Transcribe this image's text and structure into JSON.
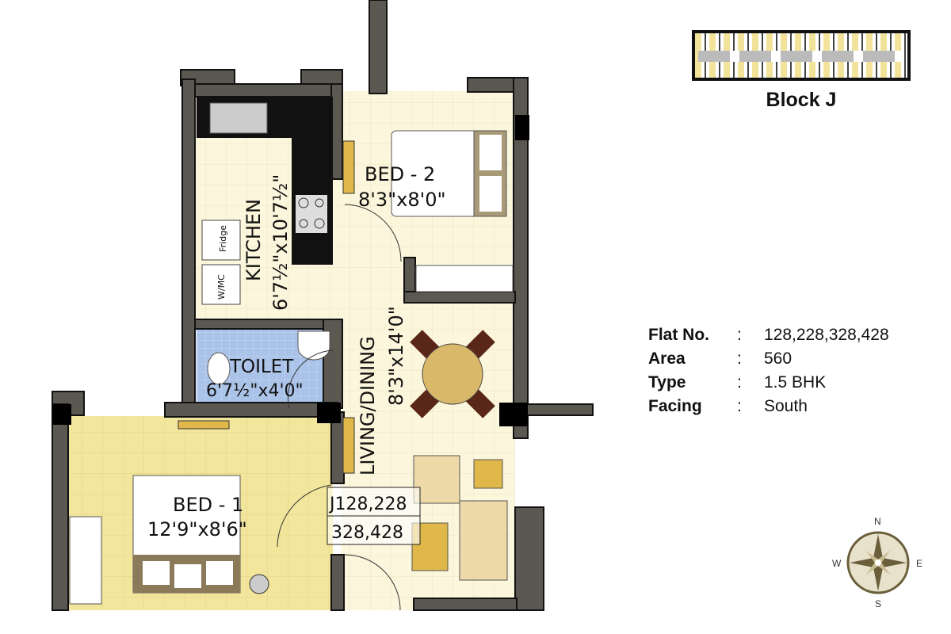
{
  "key_plan": {
    "title": "Block J"
  },
  "rooms": {
    "kitchen": {
      "name": "KITCHEN",
      "size": "6'7½\"x10'7½\""
    },
    "bed2": {
      "name": "BED - 2",
      "size": "8'3\"x8'0\""
    },
    "toilet": {
      "name": "TOILET",
      "size": "6'7½\"x4'0\""
    },
    "living": {
      "name": "LIVING/DINING",
      "size": "8'3\"x14'0\""
    },
    "bed1": {
      "name": "BED - 1",
      "size": "12'9\"x8'6\""
    }
  },
  "fixtures": {
    "fridge": "Fridge",
    "washing_machine": "W/MC"
  },
  "unit_tag": {
    "line1": "J128,228",
    "line2": "328,428"
  },
  "info": [
    {
      "key": "Flat No.",
      "sep": ":",
      "value": "128,228,328,428"
    },
    {
      "key": "Area",
      "sep": ":",
      "value": "560"
    },
    {
      "key": "Type",
      "sep": ":",
      "value": "1.5 BHK"
    },
    {
      "key": "Facing",
      "sep": ":",
      "value": "South"
    }
  ],
  "compass": {
    "n": "N",
    "e": "E",
    "s": "S",
    "w": "W"
  },
  "colors": {
    "wall": "#5b5852",
    "floor": "#fbf6dc",
    "bed1_floor": "#f2e59c",
    "toilet_floor": "#a9c2e8",
    "counter": "#111111",
    "table": "#d9b86a",
    "chair": "#5a2618"
  }
}
